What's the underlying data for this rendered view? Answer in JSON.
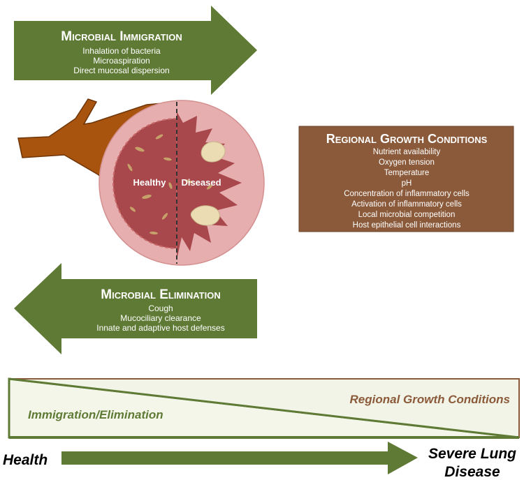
{
  "immigration": {
    "title": "Microbial Immigration",
    "lines": [
      "Inhalation of bacteria",
      "Microaspiration",
      "Direct mucosal dispersion"
    ]
  },
  "elimination": {
    "title": "Microbial Elimination",
    "lines": [
      "Cough",
      "Mucociliary clearance",
      "Innate and adaptive host defenses"
    ]
  },
  "growth": {
    "title": "Regional Growth Conditions",
    "lines": [
      "Nutrient availability",
      "Oxygen tension",
      "Temperature",
      "pH",
      "Concentration of inflammatory cells",
      "Activation of inflammatory cells",
      "Local microbial competition",
      "Host epithelial cell interactions"
    ]
  },
  "alveolus": {
    "healthy_label": "Healthy",
    "diseased_label": "Diseased"
  },
  "gradient": {
    "growth_label": "Regional Growth Conditions",
    "immigration_label": "Immigration/Elimination"
  },
  "axis": {
    "start_label": "Health",
    "end_line1": "Severe Lung",
    "end_line2": "Disease"
  },
  "colors": {
    "arrow_green": "#5f7a35",
    "growth_brown": "#8b5a3a",
    "airway": "#a8530e",
    "alveolus_outer": "#e6aeae",
    "alveolus_inner": "#a8484c",
    "gradient_fill": "#f1f4e6"
  }
}
